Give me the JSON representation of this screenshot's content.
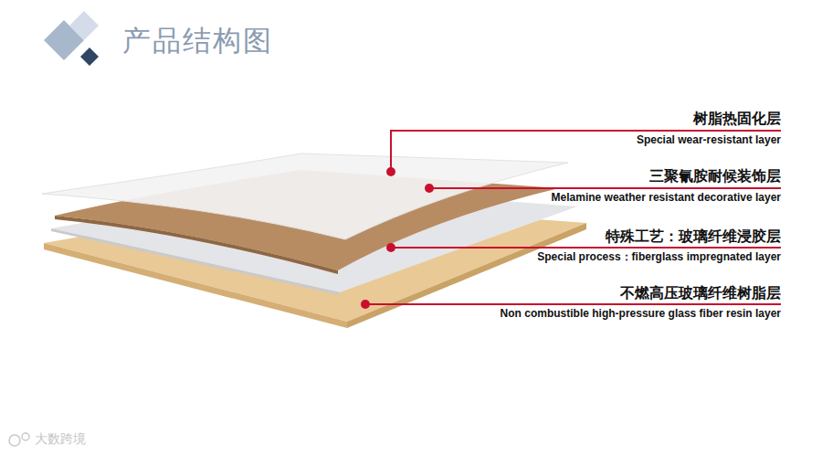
{
  "diagram": {
    "title": "产品结构图",
    "labels": [
      "树脂热固化层",
      "Special wear-resistant layer",
      "三聚氰胺耐候装饰层",
      "Melamine weather resistant decorative layer",
      "特殊工艺：玻璃纤维浸胶层",
      "Special process：fiberglass impregnated layer",
      "不燃高压玻璃纤维树脂层",
      "Non combustible high-pressure glass fiber resin layer",
      "大数跨境"
    ]
  }
}
